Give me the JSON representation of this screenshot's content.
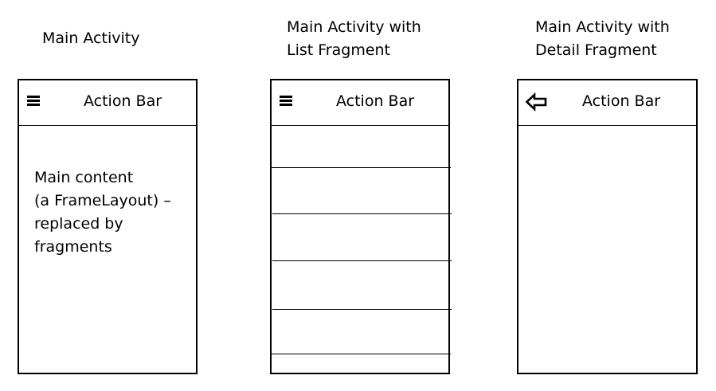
{
  "screens": [
    {
      "caption_lines": [
        "Main Activity"
      ],
      "action_bar": {
        "icon": "hamburger-menu-icon",
        "title": "Action Bar"
      },
      "content_lines": [
        "Main content",
        "(a FrameLayout) –",
        "replaced by",
        "fragments"
      ]
    },
    {
      "caption_lines": [
        "Main Activity with",
        "List Fragment"
      ],
      "action_bar": {
        "icon": "hamburger-menu-icon",
        "title": "Action Bar"
      },
      "list_item_count": 5
    },
    {
      "caption_lines": [
        "Main Activity with",
        "Detail Fragment"
      ],
      "action_bar": {
        "icon": "back-arrow-icon",
        "title": "Action Bar"
      }
    }
  ]
}
